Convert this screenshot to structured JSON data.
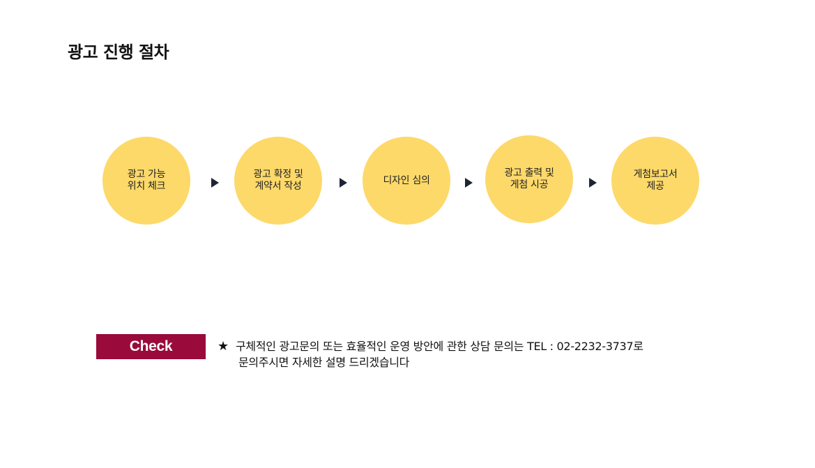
{
  "page": {
    "title": "광고 진행 절차"
  },
  "process": {
    "steps": [
      {
        "label": "광고 가능\n위치 체크"
      },
      {
        "label": "광고 확정 및\n계약서 작성"
      },
      {
        "label": "디자인 심의"
      },
      {
        "label": "광고 출력 및\n게첨 시공"
      },
      {
        "label": "게첨보고서\n제공"
      }
    ],
    "circle_color": "#fdd96a",
    "arrow_color": "#1c2536"
  },
  "notice": {
    "badge_label": "Check",
    "badge_color": "#9a0a3a",
    "star": "★",
    "line1": "구체적인 광고문의 또는 효율적인 운영 방안에 관한  상담 문의는  TEL : 02-2232-3737로",
    "line2": "문의주시면 자세한 설명 드리겠습니다"
  }
}
